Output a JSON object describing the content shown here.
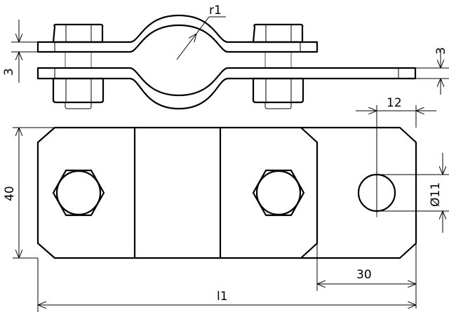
{
  "dimensions": {
    "strap_thickness_left": "3",
    "strap_thickness_right": "3",
    "bend_radius": "r1",
    "hole_offset": "12",
    "width": "40",
    "hole_diameter": "Ø11",
    "end_length": "30",
    "total_length": "l1"
  }
}
